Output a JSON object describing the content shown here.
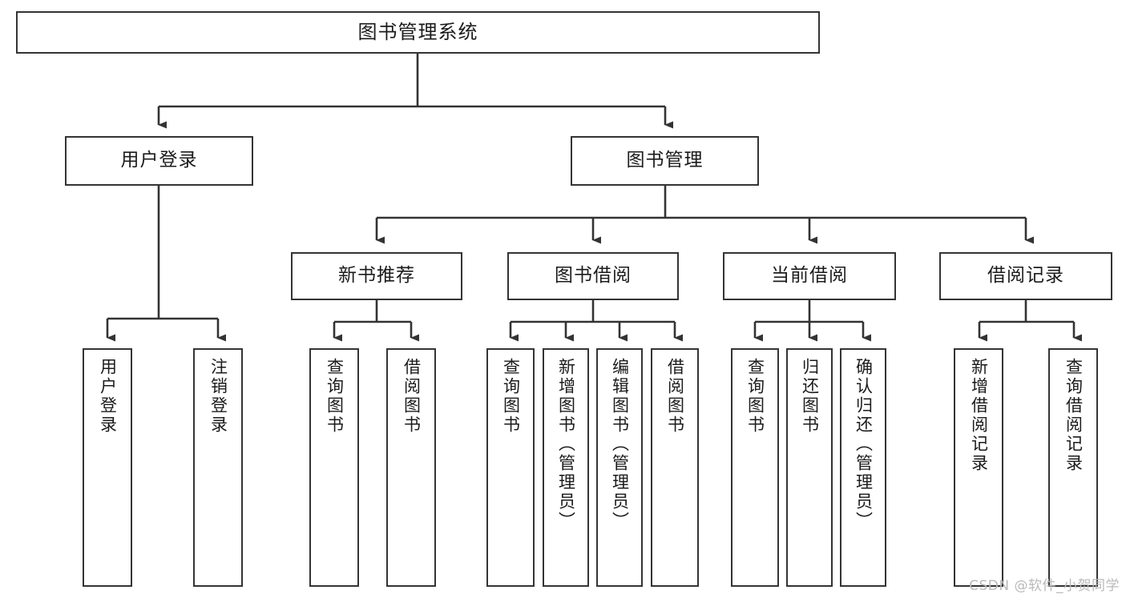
{
  "diagram": {
    "type": "tree-hierarchy",
    "title": "图书管理系统",
    "orientation": "top-down",
    "colors": {
      "box_border": "#343434",
      "box_fill": "#ffffff",
      "connector": "#333333",
      "text": "#1b1b1b",
      "watermark": "#b9b9b9"
    }
  },
  "root": {
    "label": "图书管理系统"
  },
  "level2": [
    {
      "label": "用户登录"
    },
    {
      "label": "图书管理"
    }
  ],
  "level3": [
    {
      "label": "新书推荐"
    },
    {
      "label": "图书借阅"
    },
    {
      "label": "当前借阅"
    },
    {
      "label": "借阅记录"
    }
  ],
  "leaves": {
    "user_login": [
      {
        "label": "用户登录"
      },
      {
        "label": "注销登录"
      }
    ],
    "new_book": [
      {
        "label": "查询图书"
      },
      {
        "label": "借阅图书"
      }
    ],
    "book_borrow": [
      {
        "label": "查询图书"
      },
      {
        "label": "新增图书（管理员）"
      },
      {
        "label": "编辑图书（管理员）"
      },
      {
        "label": "借阅图书"
      }
    ],
    "current_borrow": [
      {
        "label": "查询图书"
      },
      {
        "label": "归还图书"
      },
      {
        "label": "确认归还（管理员）"
      }
    ],
    "borrow_record": [
      {
        "label": "新增借阅记录"
      },
      {
        "label": "查询借阅记录"
      }
    ]
  },
  "watermark": {
    "text": "CSDN @软件_小贺同学"
  }
}
